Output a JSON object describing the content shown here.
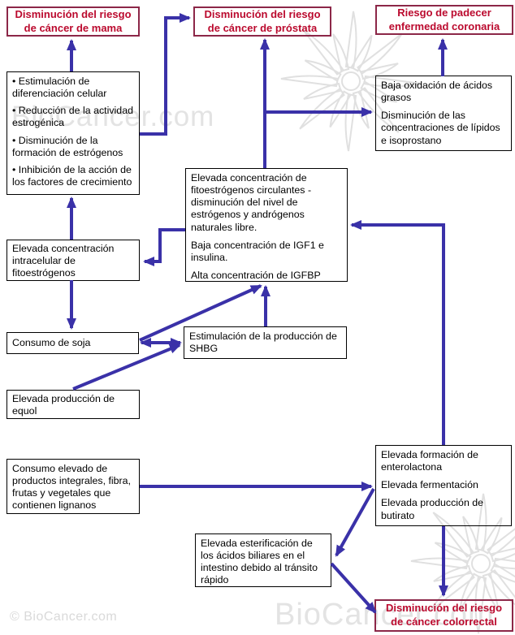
{
  "colors": {
    "arrow": "#3a31a8",
    "outcome_text": "#bb0a2e",
    "outcome_border": "#8c2748",
    "box_border": "#000000",
    "watermark": "#e3e3e3"
  },
  "watermarks": {
    "brand": "BioCancer.com",
    "copyright": "© BioCancer.com"
  },
  "nodes": {
    "mama": {
      "label": "Disminución del riesgo de cáncer de mama"
    },
    "prostata": {
      "label": "Disminución del riesgo de cáncer de próstata"
    },
    "coronaria": {
      "label": "Riesgo de padecer enfermedad coronaria"
    },
    "colorrectal": {
      "label": "Disminución del riesgo de cáncer colorrectal"
    },
    "mecanismos_mama": {
      "items": [
        "• Estimulación de diferenciación celular",
        "• Reducción de la actividad estrogénica",
        "• Disminución de la formación de estrógenos",
        "• Inhibición de la acción de los factores de crecimiento"
      ]
    },
    "oxidacion": {
      "lines": [
        "Baja oxidación de ácidos grasos",
        "Disminución de las concentraciones de lípidos e isoprostano"
      ]
    },
    "fitoestrogenos_circulantes": {
      "lines": [
        "Elevada concentración de fitoestrógenos circulantes - disminución del nivel de estrógenos y andrógenos naturales libre.",
        "Baja concentración de IGF1 e insulina.",
        "Alta concentración de IGFBP"
      ]
    },
    "fitoestrogenos_intracelular": {
      "label": "Elevada concentración intracelular de fitoestrógenos"
    },
    "soja": {
      "label": "Consumo de soja"
    },
    "shbg": {
      "label": "Estimulación de la producción de SHBG"
    },
    "equol": {
      "label": "Elevada producción de equol"
    },
    "lignanos": {
      "label": "Consumo elevado de productos integrales, fibra, frutas y vegetales que contienen lignanos"
    },
    "enterolactona": {
      "lines": [
        "Elevada formación de enterolactona",
        "Elevada fermentación",
        "Elevada producción de butirato"
      ]
    },
    "esterificacion": {
      "label": "Elevada esterificación de los ácidos biliares en el intestino debido al tránsito rápido"
    }
  }
}
